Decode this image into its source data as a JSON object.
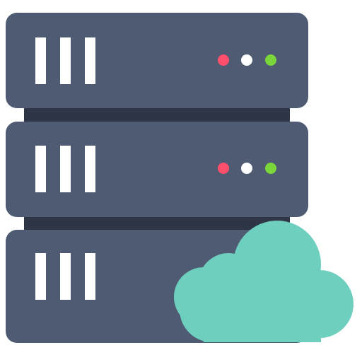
{
  "icon": {
    "subject": "server-rack-with-cloud",
    "colors": {
      "server_body": "#4f5b72",
      "server_gap": "#2e3546",
      "vent": "#ffffff",
      "led_red": "#ff4f6d",
      "led_white": "#ffffff",
      "led_green": "#7bd63b",
      "cloud": "#6fcfbf"
    },
    "units": [
      {
        "name": "top",
        "leds": [
          "red",
          "white",
          "green"
        ]
      },
      {
        "name": "middle",
        "leds": [
          "red",
          "white",
          "green"
        ]
      },
      {
        "name": "bottom",
        "leds": []
      }
    ]
  }
}
